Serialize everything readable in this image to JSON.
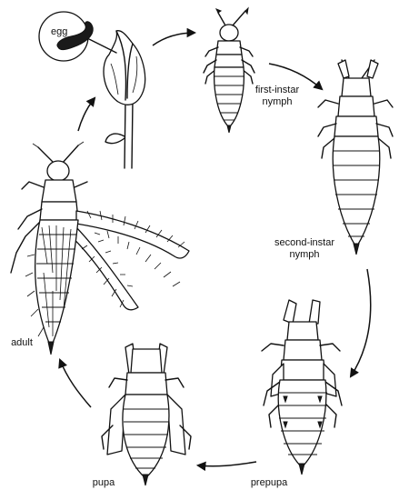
{
  "diagram": {
    "stages": [
      {
        "id": "egg",
        "label": "egg"
      },
      {
        "id": "first-instar",
        "label_lines": [
          "first-instar",
          "nymph"
        ]
      },
      {
        "id": "second-instar",
        "label_lines": [
          "second-instar",
          "nymph"
        ]
      },
      {
        "id": "prepupa",
        "label": "prepupa"
      },
      {
        "id": "pupa",
        "label": "pupa"
      },
      {
        "id": "adult",
        "label": "adult"
      }
    ],
    "cycle_order": [
      "egg",
      "first-instar",
      "second-instar",
      "prepupa",
      "pupa",
      "adult"
    ]
  }
}
